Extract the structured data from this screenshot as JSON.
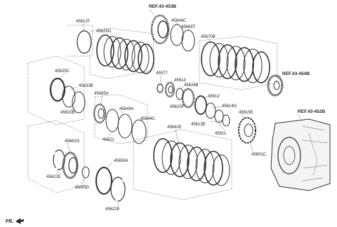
{
  "refs": {
    "ref_453b": "REF.43-453B",
    "ref_454b": "REF.43-454B",
    "ref_452b": "REF.43-452B"
  },
  "parts": {
    "p45613T": "45613T",
    "p45625G": "45625G",
    "p45644C_a": "45644C",
    "p45668T": "45668T",
    "p45670B": "45670B",
    "p45625C": "45625C",
    "p45633B": "45633B",
    "p45632B": "45632B",
    "p45685A": "45685A",
    "p45649A": "45649A",
    "p45577": "45577",
    "p45613": "45613",
    "p45626B": "45626B",
    "p45620F": "45620F",
    "p45612": "45612",
    "p45614G": "45614G",
    "p45615E": "45615E",
    "p45613E": "45613E",
    "p45611": "45611",
    "p45621": "45621",
    "p45644C_b": "45644C",
    "p45641E": "45641E",
    "p45691C": "45691C",
    "p45681G": "45681G",
    "p45659A": "45659A",
    "p45622E_a": "45622E",
    "p45659D": "45659D",
    "p45622E_b": "45622E"
  },
  "fr_label": "FR."
}
